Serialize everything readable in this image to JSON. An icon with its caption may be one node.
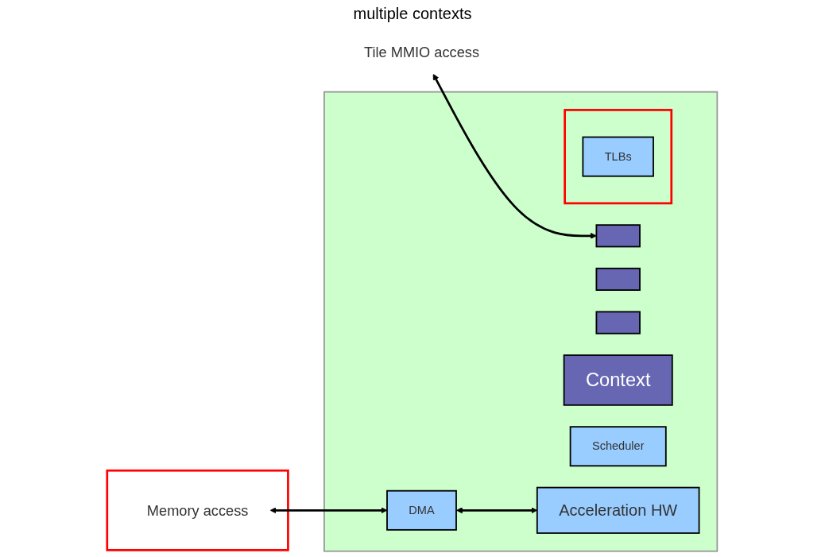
{
  "diagram": {
    "nodes": [
      {
        "text": [],
        "shape": "box"
      },
      {
        "text": [],
        "shape": "box",
        "in": 0
      },
      {
        "text": [],
        "shape": "box",
        "in": 0
      },
      {
        "text": [],
        "shape": "box",
        "in": 0
      },
      {
        "text": [
          "Context"
        ],
        "in": 0
      },
      {
        "text": [
          "Tile MMIO access"
        ]
      },
      {
        "text": [],
        "shape": "box"
      },
      {
        "text": [
          "Memory access"
        ],
        "in": 6
      },
      {
        "text": [
          "DMA"
        ],
        "in": 0
      },
      {
        "text": [
          "Scheduler"
        ],
        "in": 0
      },
      {
        "text": [],
        "shape": "box",
        "in": 0
      },
      {
        "text": [
          "TLBs"
        ],
        "in": 10
      },
      {
        "text": [
          "Acceleration HW"
        ],
        "in": 0
      }
    ],
    "edges": [
      {
        "from": 5,
        "to": 1,
        "arrow": "both"
      },
      {
        "from": 7,
        "to": 8,
        "arrow": "both"
      },
      {
        "from": 8,
        "to": 12,
        "arrow": "both"
      }
    ],
    "labels": [
      "multiple contexts"
    ]
  }
}
